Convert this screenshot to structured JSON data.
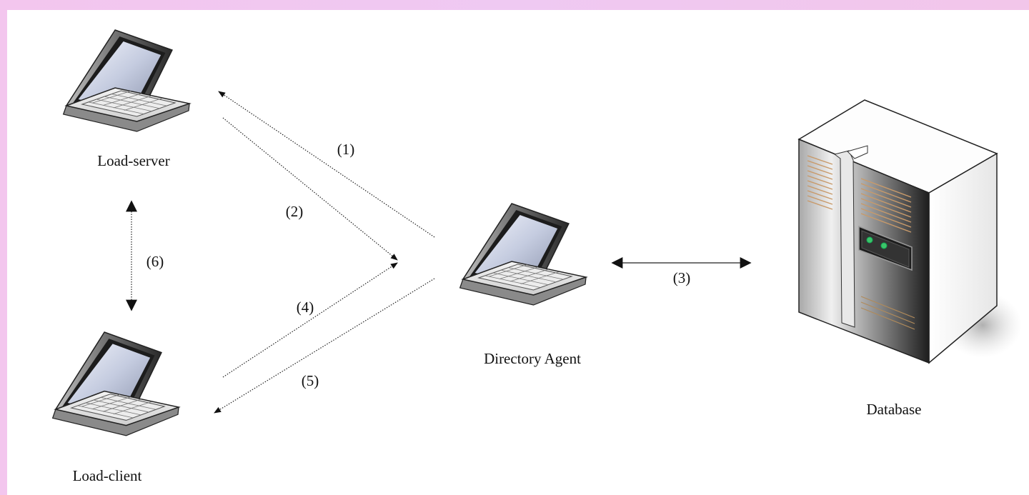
{
  "nodes": {
    "load_server": "Load-server",
    "load_client": "Load-client",
    "directory_agent": "Directory Agent",
    "database": "Database"
  },
  "steps": {
    "s1": "(1)",
    "s2": "(2)",
    "s3": "(3)",
    "s4": "(4)",
    "s5": "(5)",
    "s6": "(6)"
  },
  "colors": {
    "background_border": "#f0c8ef",
    "canvas": "#ffffff",
    "line": "#222222"
  },
  "icons": {
    "load_server": "laptop-icon",
    "load_client": "laptop-icon",
    "directory_agent": "laptop-icon",
    "database": "server-tower-icon"
  }
}
